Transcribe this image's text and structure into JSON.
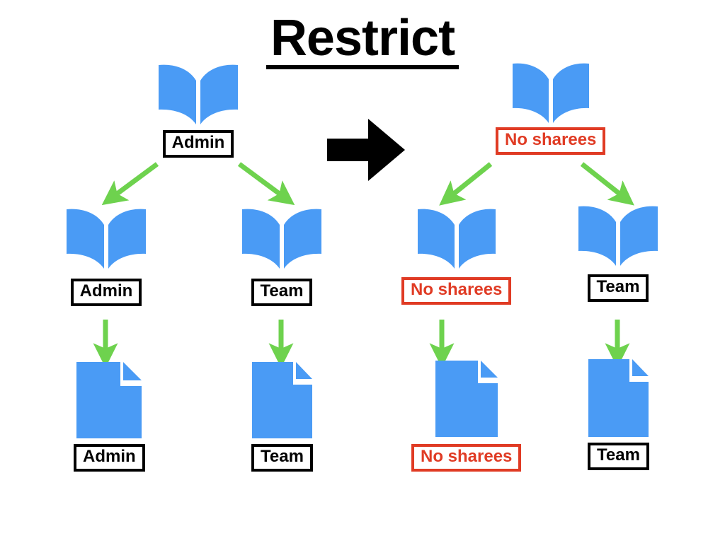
{
  "title": "Restrict",
  "colors": {
    "icon_blue": "#4a9bf5",
    "arrow_green": "#6ed24e",
    "label_black": "#000000",
    "label_red": "#e03b24",
    "background": "#ffffff",
    "transition_arrow": "#000000"
  },
  "transition_arrow": {
    "icon": "right-arrow-icon",
    "direction": "right"
  },
  "diagram": {
    "type": "before-after-share-hierarchy",
    "before": {
      "name": "before-tree",
      "root": {
        "icon": "book-icon",
        "label": "Admin",
        "label_color": "black"
      },
      "children": [
        {
          "icon": "book-icon",
          "label": "Admin",
          "label_color": "black",
          "child": {
            "icon": "document-icon",
            "label": "Admin",
            "label_color": "black"
          }
        },
        {
          "icon": "book-icon",
          "label": "Team",
          "label_color": "black",
          "child": {
            "icon": "document-icon",
            "label": "Team",
            "label_color": "black"
          }
        }
      ]
    },
    "after": {
      "name": "after-tree",
      "root": {
        "icon": "book-icon",
        "label": "No sharees",
        "label_color": "red"
      },
      "children": [
        {
          "icon": "book-icon",
          "label": "No sharees",
          "label_color": "red",
          "child": {
            "icon": "document-icon",
            "label": "No sharees",
            "label_color": "red"
          }
        },
        {
          "icon": "book-icon",
          "label": "Team",
          "label_color": "black",
          "child": {
            "icon": "document-icon",
            "label": "Team",
            "label_color": "black"
          }
        }
      ]
    }
  }
}
